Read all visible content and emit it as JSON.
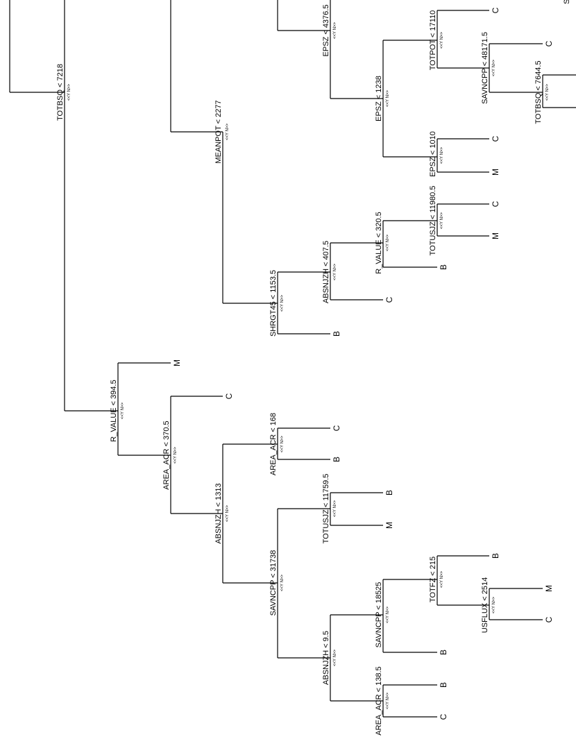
{
  "diagram": {
    "type": "decision-tree",
    "yes_no_marker": "<<Y  N>>",
    "splits": {
      "s1": "TOTBSQ < 7218",
      "s2": "MEANPOT < 2277",
      "s3": "EPSZ < 4376.5",
      "s4": "EPSZ < 1238",
      "s5": "TOTPOT < 17110",
      "s6": "SAVNCPP < 48171.5",
      "s7": "TOTBSQ < 7644.5",
      "s8": "EPSZ < 1010",
      "s9": "SHRGT45 < 1153.5",
      "s10": "ABSNJZH < 407.5",
      "s11": "R_VALUE < 320.5",
      "s12": "TOTUSJZ < 11980.5",
      "s13": "R_VALUE < 394.5",
      "s14": "AREA_ACR < 370.5",
      "s15": "AREA_ACR < 168",
      "s16": "ABSNJZH < 1313",
      "s17": "TOTUSJZ < 11759.5",
      "s18": "SAVNCPP < 31738",
      "s19": "TOTFZ < 215",
      "s20": "USFLUX < 2514",
      "s21": "SAVNCPP < 18525",
      "s22": "ABSNJZH < 9.5",
      "s23": "AREA_ACR < 138.5"
    },
    "leaves": {
      "l1": "C",
      "l2": "C",
      "l3": "C",
      "l4": "M",
      "l5": "C",
      "l6": "M",
      "l7": "B",
      "l8": "C",
      "l9": "B",
      "l10": "M",
      "l11": "C",
      "l12": "C",
      "l13": "B",
      "l14": "B",
      "l15": "M",
      "l16": "B",
      "l17": "M",
      "l18": "C",
      "l19": "B",
      "l20": "B",
      "l21": "C"
    },
    "cut_text": {
      "c1": "S"
    }
  }
}
